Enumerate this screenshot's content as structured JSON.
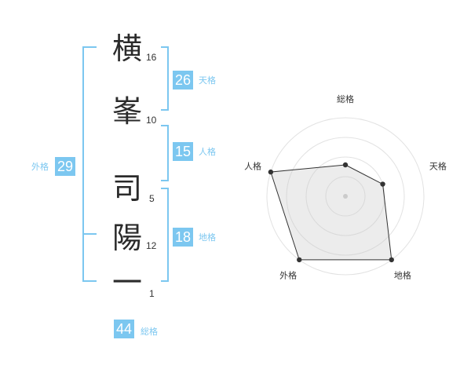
{
  "name_chars": [
    {
      "char": "横",
      "strokes": "16"
    },
    {
      "char": "峯",
      "strokes": "10"
    },
    {
      "char": "司",
      "strokes": "5"
    },
    {
      "char": "陽",
      "strokes": "12"
    },
    {
      "char": "一",
      "strokes": "1"
    }
  ],
  "kakusu": {
    "tenkaku": {
      "value": "26",
      "label": "天格"
    },
    "jinkaku": {
      "value": "15",
      "label": "人格"
    },
    "chikaku": {
      "value": "18",
      "label": "地格"
    },
    "gaikaku": {
      "value": "29",
      "label": "外格"
    },
    "soukaku": {
      "value": "44",
      "label": "総格"
    }
  },
  "accent_color": "#7cc7f0",
  "radar": {
    "labels": [
      "総格",
      "天格",
      "地格",
      "外格",
      "人格"
    ],
    "values": [
      0.4,
      0.5,
      1.0,
      1.0,
      1.0
    ],
    "max": 1,
    "rings": 4
  }
}
